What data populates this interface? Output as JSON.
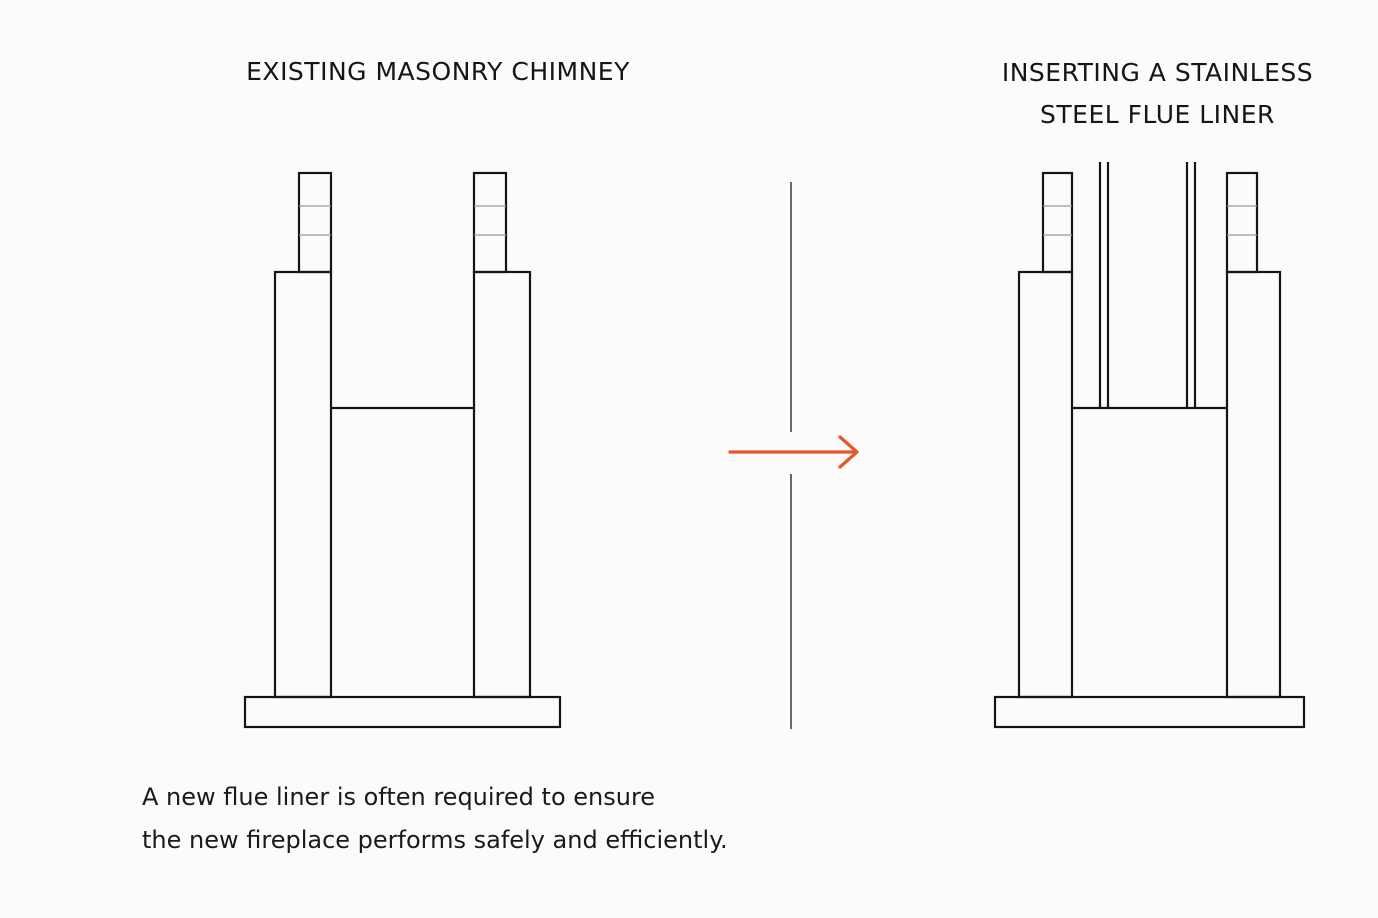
{
  "titles": {
    "left": "EXISTING MASONRY CHIMNEY",
    "right_line1": "INSERTING A STAINLESS",
    "right_line2": "STEEL FLUE LINER"
  },
  "caption": {
    "line1": "A new flue liner is often required to ensure",
    "line2": "the new fireplace performs safely and efficiently."
  },
  "colors": {
    "stroke": "#151515",
    "accent_arrow": "#e8572a",
    "background": "#fbfbfb"
  },
  "icons": {
    "arrow": "arrow-right-icon"
  }
}
